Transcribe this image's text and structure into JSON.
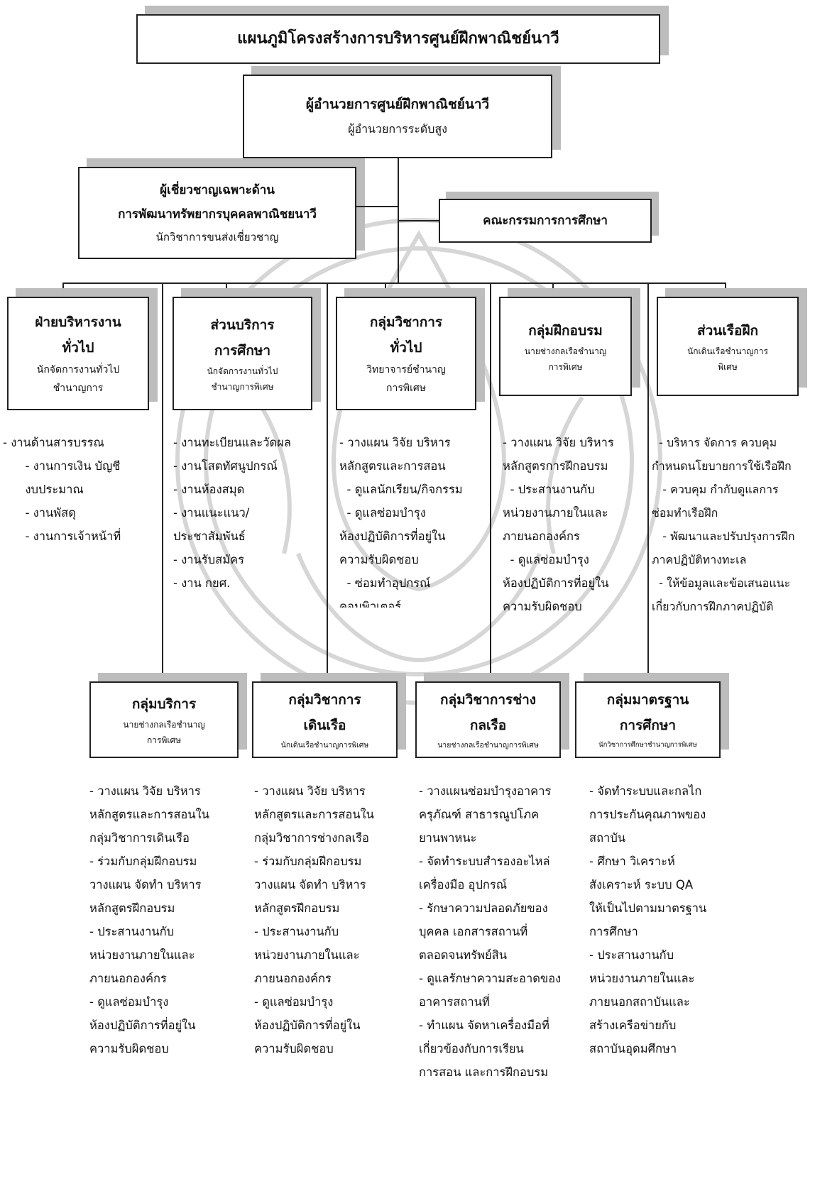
{
  "title": "แผนภูมิโครงสร้างการบริหารศูนย์ฝึกพาณิชย์นาวี",
  "director": {
    "title": "ผู้อำนวยการศูนย์ฝึกพาณิชย์นาวี",
    "subtitle": "ผู้อำนวยการระดับสูง"
  },
  "expert": {
    "line1": "ผู้เชี่ยวชาญเฉพาะด้าน",
    "line2": "การพัฒนาทรัพยากรบุคคลพาณิชยนาวี",
    "subtitle": "นักวิชาการขนส่งเชี่ยวชาญ"
  },
  "committee": {
    "title": "คณะกรรมการการศึกษา"
  },
  "units_top": [
    {
      "line1": "ฝ่ายบริหารงาน",
      "line2": "ทั่วไป",
      "sub1": "นักจัดการงานทั่วไป",
      "sub2": "ชำนาญการ",
      "duties": [
        "- งานด้านสารบรรณ",
        "      - งานการเงิน บัญชี",
        "      งบประมาณ",
        "      - งานพัสดุ",
        "      - งานการเจ้าหน้าที่"
      ]
    },
    {
      "line1": "ส่วนบริการ",
      "line2": "การศึกษา",
      "sub1": "นักจัดการงานทั่วไป",
      "sub2": "ชำนาญการพิเศษ",
      "duties": [
        "- งานทะเบียนและวัดผล",
        "- งานโสตทัศนูปกรณ์",
        "- งานห้องสมุด",
        "- งานแนะแนว/",
        "ประชาสัมพันธ์",
        "- งานรับสมัคร",
        "- งาน กยศ."
      ]
    },
    {
      "line1": "กลุ่มวิชาการ",
      "line2": "ทั่วไป",
      "sub1": "วิทยาจารย์ชำนาญ",
      "sub2": "การพิเศษ",
      "duties": [
        "- วางแผน วิจัย บริหาร",
        "หลักสูตรและการสอน",
        "  - ดูแลนักเรียน/กิจกรรม",
        "  - ดูแลซ่อมบำรุง",
        "ห้องปฏิบัติการที่อยู่ใน",
        "ความรับผิดชอบ",
        "  - ซ่อมทำอุปกรณ์",
        "คอมพิวเตอร์"
      ]
    },
    {
      "line1": "กลุ่มฝึกอบรม",
      "line2": "",
      "sub1": "นายช่างกลเรือชำนาญ",
      "sub2": "การพิเศษ",
      "duties": [
        "- วางแผน วิจัย บริหาร",
        "หลักสูตรการฝึกอบรม",
        "  - ประสานงานกับ",
        "หน่วยงานภายในและ",
        "ภายนอกองค์กร",
        "  - ดูแลซ่อมบำรุง",
        "ห้องปฏิบัติการที่อยู่ใน",
        "ความรับผิดชอบ"
      ]
    },
    {
      "line1": "ส่วนเรือฝึก",
      "line2": "",
      "sub1": "นักเดินเรือชำนาญการ",
      "sub2": "พิเศษ",
      "duties": [
        "  - บริหาร จัดการ ควบคุม",
        "กำหนดนโยบายการใช้เรือฝึก",
        "   - ควบคุม กำกับดูแลการ",
        "ซ่อมทำเรือฝึก",
        "   - พัฒนาและปรับปรุงการฝึก",
        "ภาคปฏิบัติทางทะเล",
        "  - ให้ข้อมูลและข้อเสนอแนะ",
        "เกี่ยวกับการฝึกภาคปฏิบัติ"
      ]
    }
  ],
  "units_bottom": [
    {
      "line1": "กลุ่มบริการ",
      "line2": "",
      "sub1": "นายช่างกลเรือชำนาญ",
      "sub2": "การพิเศษ",
      "duties": [
        "- วางแผน วิจัย บริหาร",
        "หลักสูตรและการสอนใน",
        "กลุ่มวิชาการเดินเรือ",
        "- ร่วมกับกลุ่มฝึกอบรม",
        "วางแผน จัดทำ บริหาร",
        "หลักสูตรฝึกอบรม",
        "- ประสานงานกับ",
        "หน่วยงานภายในและ",
        "ภายนอกองค์กร",
        "- ดูแลซ่อมบำรุง",
        "ห้องปฏิบัติการที่อยู่ใน",
        "ความรับผิดชอบ"
      ]
    },
    {
      "line1": "กลุ่มวิชาการ",
      "line2": "เดินเรือ",
      "sub1": "นักเดินเรือชำนาญการพิเศษ",
      "sub2": "",
      "duties": [
        "- วางแผน วิจัย บริหาร",
        "หลักสูตรและการสอนใน",
        "กลุ่มวิชาการช่างกลเรือ",
        "- ร่วมกับกลุ่มฝึกอบรม",
        "วางแผน จัดทำ บริหาร",
        "หลักสูตรฝึกอบรม",
        "- ประสานงานกับ",
        "หน่วยงานภายในและ",
        "ภายนอกองค์กร",
        "- ดูแลซ่อมบำรุง",
        "ห้องปฏิบัติการที่อยู่ใน",
        "ความรับผิดชอบ"
      ]
    },
    {
      "line1": "กลุ่มวิชาการช่าง",
      "line2": "กลเรือ",
      "sub1": "นายช่างกลเรือชำนาญการพิเศษ",
      "sub2": "",
      "duties": [
        "- วางแผนซ่อมบำรุงอาคาร",
        "ครุภัณฑ์ สาธารณูปโภค",
        "ยานพาหนะ",
        "- จัดทำระบบสำรองอะไหล่",
        "เครื่องมือ อุปกรณ์",
        "- รักษาความปลอดภัยของ",
        "บุคคล เอกสารสถานที่",
        "ตลอดจนทรัพย์สิน",
        "- ดูแลรักษาความสะอาดของ",
        "อาคารสถานที่",
        "- ทำแผน จัดหาเครื่องมือที่",
        "เกี่ยวข้องกับการเรียน",
        "การสอน และการฝึกอบรม"
      ]
    },
    {
      "line1": "กลุ่มมาตรฐาน",
      "line2": "การศึกษา",
      "sub1": "นักวิชาการศึกษาชำนาญการพิเศษ",
      "sub2": "",
      "duties": [
        "- จัดทำระบบและกลไก",
        "การประกันคุณภาพของ",
        "สถาบัน",
        "- ศึกษา วิเคราะห์",
        "สังเคราะห์ ระบบ QA",
        "ให้เป็นไปตามมาตรฐาน",
        "การศึกษา",
        "- ประสานงานกับ",
        "หน่วยงานภายในและ",
        "ภายนอกสถาบันและ",
        "สร้างเครือข่ายกับ",
        "สถาบันอุดมศึกษา"
      ]
    }
  ]
}
